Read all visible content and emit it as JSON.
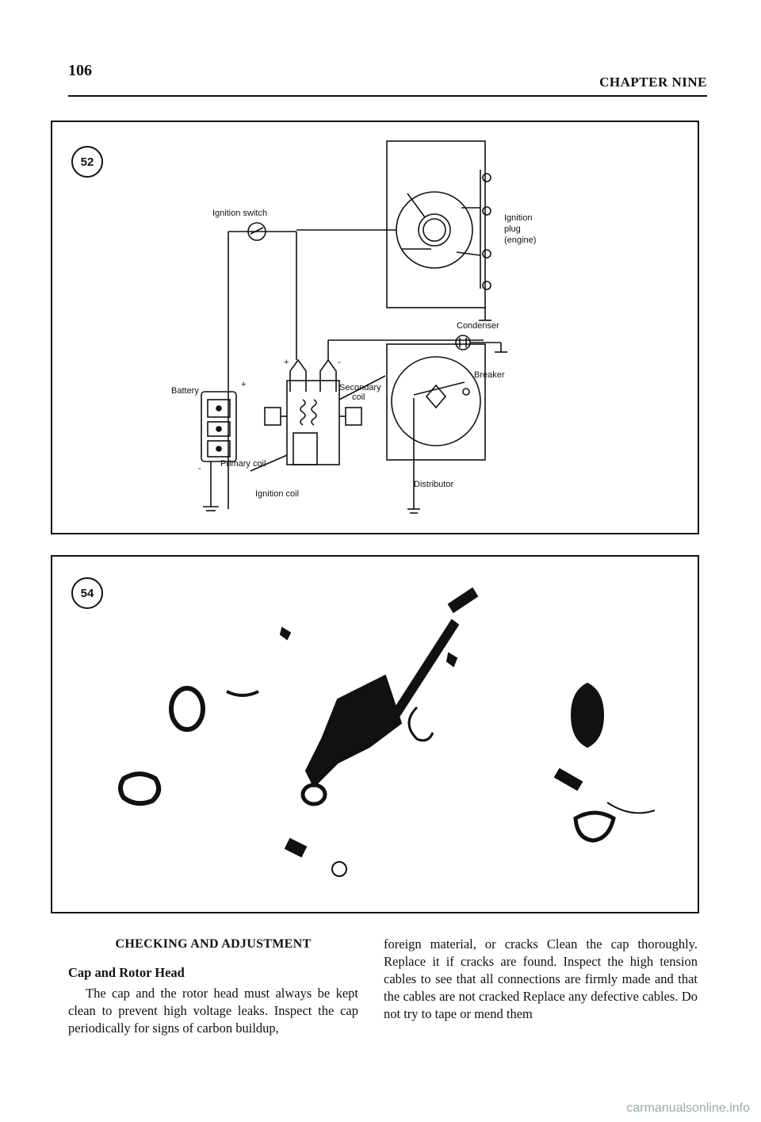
{
  "header": {
    "page_number": "106",
    "chapter": "CHAPTER NINE"
  },
  "figure52": {
    "number": "52",
    "labels": {
      "ignition_switch": "Ignition switch",
      "battery": "Battery",
      "primary_coil": "Primary coil",
      "secondary_coil_1": "Secondary",
      "secondary_coil_2": "coil",
      "ignition_coil": "Ignition coil",
      "ignition_plug_1": "Ignition",
      "ignition_plug_2": "plug",
      "ignition_plug_3": "(engine)",
      "condenser": "Condenser",
      "breaker": "Breaker",
      "distributor": "Distributor",
      "plus": "+",
      "minus": "-"
    }
  },
  "figure54": {
    "number": "54"
  },
  "body": {
    "section_title": "CHECKING AND ADJUSTMENT",
    "subsection_title": "Cap and Rotor Head",
    "para_left": "The cap and the rotor head must always be kept clean to prevent high voltage leaks. Inspect the cap periodically for signs of carbon buildup,",
    "para_right": "foreign material, or cracks Clean the cap thoroughly. Replace it if cracks are found. Inspect the high tension cables to see that all connections are firmly made and that the cables are not cracked Replace any defective cables. Do not try to tape or mend them"
  },
  "footer": {
    "watermark": "carmanualsonline.info"
  }
}
